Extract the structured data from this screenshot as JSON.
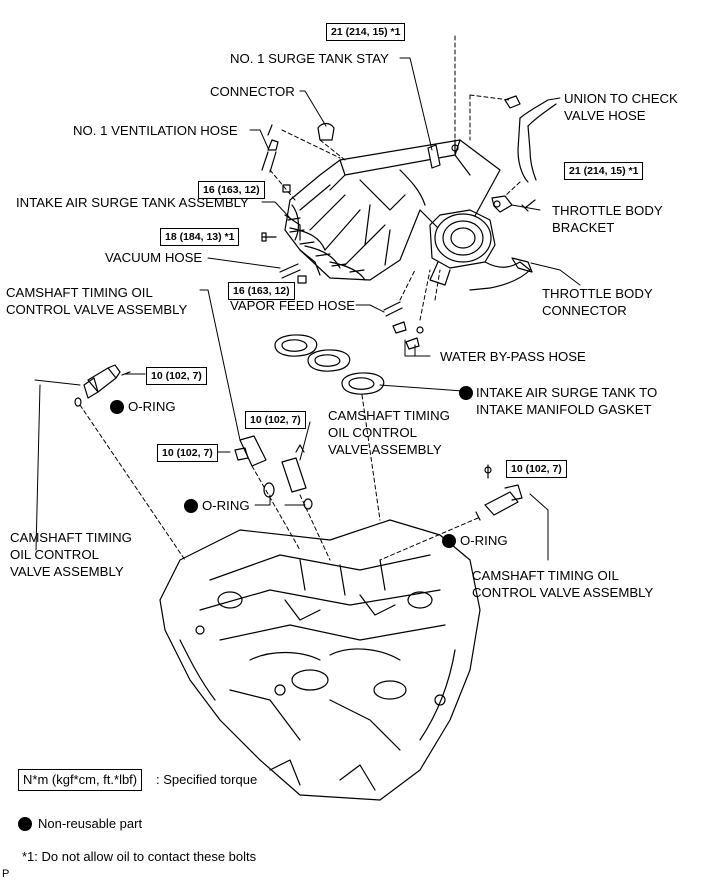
{
  "labels": {
    "surge_tank_stay": "NO. 1 SURGE TANK STAY",
    "connector": "CONNECTOR",
    "union_to_check_1": "UNION TO CHECK",
    "union_to_check_2": "VALVE HOSE",
    "ventilation_hose": "NO. 1 VENTILATION HOSE",
    "intake_surge_tank": "INTAKE AIR SURGE TANK ASSEMBLY",
    "throttle_bracket_1": "THROTTLE BODY",
    "throttle_bracket_2": "BRACKET",
    "vacuum_hose": "VACUUM HOSE",
    "throttle_connector_1": "THROTTLE BODY",
    "throttle_connector_2": "CONNECTOR",
    "cam_valve_top_1": "CAMSHAFT TIMING OIL",
    "cam_valve_top_2": "CONTROL VALVE ASSEMBLY",
    "vapor_feed_hose": "VAPOR FEED HOSE",
    "water_bypass_hose": "WATER BY-PASS HOSE",
    "gasket_1": "INTAKE AIR SURGE TANK TO",
    "gasket_2": "INTAKE MANIFOLD GASKET",
    "o_ring_1": "O-RING",
    "cam_valve_mid_1": "CAMSHAFT TIMING",
    "cam_valve_mid_2": "OIL CONTROL",
    "cam_valve_mid_3": "VALVE ASSEMBLY",
    "o_ring_2": "O-RING",
    "o_ring_3": "O-RING",
    "cam_valve_left_1": "CAMSHAFT TIMING",
    "cam_valve_left_2": "OIL CONTROL",
    "cam_valve_left_3": "VALVE ASSEMBLY",
    "cam_valve_right_1": "CAMSHAFT TIMING OIL",
    "cam_valve_right_2": "CONTROL VALVE ASSEMBLY"
  },
  "torques": {
    "t1": "21 (214, 15) *1",
    "t2": "21 (214, 15) *1",
    "t3": "16 (163, 12)",
    "t4": "18 (184, 13) *1",
    "t5": "16 (163, 12)",
    "t6": "10 (102, 7)",
    "t7": "10 (102, 7)",
    "t8": "10 (102, 7)",
    "t9": "10 (102, 7)"
  },
  "legend": {
    "torque_box": "N*m (kgf*cm, ft.*lbf)",
    "torque_text": ": Specified torque",
    "nonreusable": "Non-reusable part",
    "note": "*1: Do not allow oil to contact these bolts",
    "corner_mark": "P"
  },
  "colors": {
    "ink": "#000000",
    "paper": "#ffffff"
  }
}
